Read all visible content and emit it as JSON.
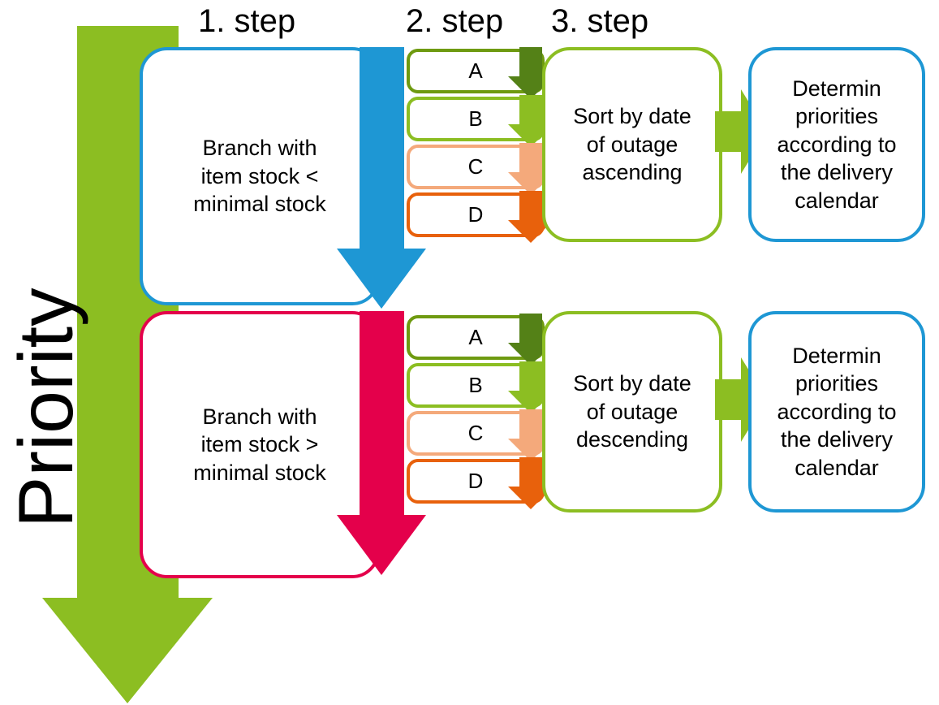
{
  "steps": [
    {
      "label": "1. step"
    },
    {
      "label": "2. step"
    },
    {
      "label": "3. step"
    }
  ],
  "priority": {
    "label": "Priority",
    "color": "#8CBE22"
  },
  "rows": [
    {
      "id": "row-top",
      "branch_text": "Branch with\nitem stock <\nminimal stock",
      "branch_border_color": "#1E97D4",
      "flow_arrow_color": "#1E97D4",
      "sort_text": "Sort by date\nof outage\nascending",
      "sort_border_color": "#8CBE22",
      "result_text": "Determin\npriorities\naccording to\nthe delivery\ncalendar",
      "result_border_color": "#1E97D4",
      "right_arrow_color": "#8CBE22",
      "items": [
        {
          "label": "A",
          "border_color": "#6E9A10",
          "arrow_color": "#548117"
        },
        {
          "label": "B",
          "border_color": "#8CBE22",
          "arrow_color": "#8CBE22"
        },
        {
          "label": "C",
          "border_color": "#F4A97B",
          "arrow_color": "#F4A97B"
        },
        {
          "label": "D",
          "border_color": "#E8610C",
          "arrow_color": "#E8610C"
        }
      ]
    },
    {
      "id": "row-bottom",
      "branch_text": "Branch with\nitem stock >\nminimal stock",
      "branch_border_color": "#E4004B",
      "flow_arrow_color": "#E4004B",
      "sort_text": "Sort by date\nof outage\ndescending",
      "sort_border_color": "#8CBE22",
      "result_text": "Determin\npriorities\naccording to\nthe delivery\ncalendar",
      "result_border_color": "#1E97D4",
      "right_arrow_color": "#8CBE22",
      "items": [
        {
          "label": "A",
          "border_color": "#6E9A10",
          "arrow_color": "#548117"
        },
        {
          "label": "B",
          "border_color": "#8CBE22",
          "arrow_color": "#8CBE22"
        },
        {
          "label": "C",
          "border_color": "#F4A97B",
          "arrow_color": "#F4A97B"
        },
        {
          "label": "D",
          "border_color": "#E8610C",
          "arrow_color": "#E8610C"
        }
      ]
    }
  ],
  "palette": {
    "green": "#8CBE22",
    "dark_green": "#548117",
    "blue": "#1E97D4",
    "crimson": "#E4004B",
    "peach": "#F4A97B",
    "orange": "#E8610C"
  }
}
